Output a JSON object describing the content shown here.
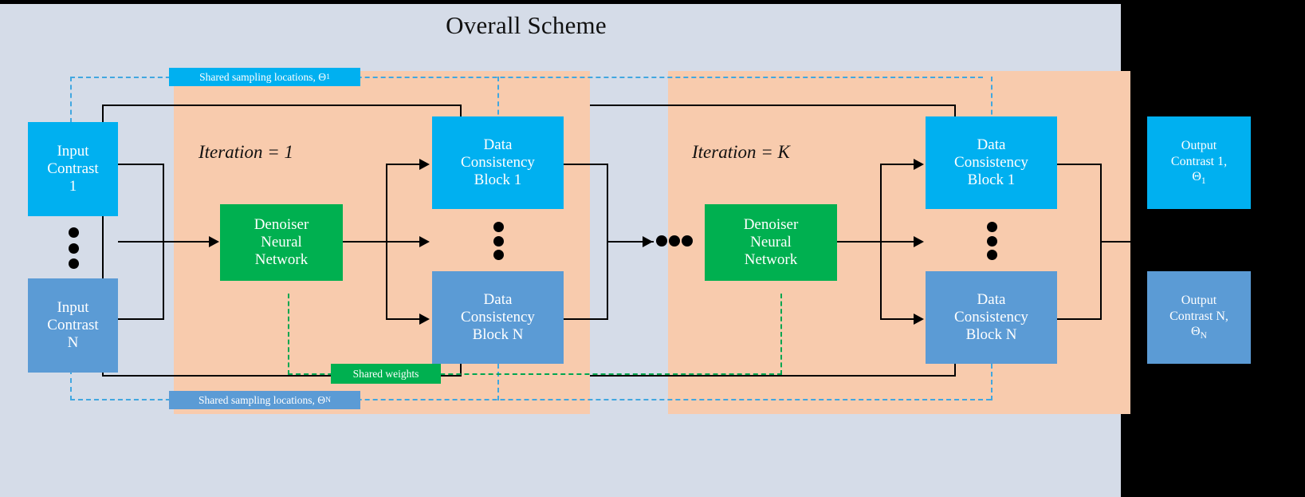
{
  "page": {
    "title": "Overall Scheme",
    "background_color": "#d5dce8",
    "outside_color": "#000000"
  },
  "colors": {
    "cyan": "#00b0f0",
    "blue": "#5b9bd5",
    "green": "#00b050",
    "peach": "#f8cbad",
    "canvas": "#d5dce8",
    "dash_blue": "#41a7e0",
    "dash_green": "#00a650"
  },
  "inputs": [
    {
      "label": "Input\nContrast\n1",
      "line1": "Input",
      "line2": "Contrast",
      "line3": "1",
      "color": "cyan"
    },
    {
      "label": "Input\nContrast\nN",
      "line1": "Input",
      "line2": "Contrast",
      "line3": "N",
      "color": "blue"
    }
  ],
  "iterations": [
    {
      "label": "Iteration = 1",
      "denoiser": {
        "line1": "Denoiser",
        "line2": "Neural",
        "line3": "Network",
        "color": "green"
      },
      "dc_blocks": [
        {
          "line1": "Data",
          "line2": "Consistency",
          "line3": "Block 1",
          "color": "cyan"
        },
        {
          "line1": "Data",
          "line2": "Consistency",
          "line3": "Block N",
          "color": "blue"
        }
      ]
    },
    {
      "label": "Iteration = K",
      "denoiser": {
        "line1": "Denoiser",
        "line2": "Neural",
        "line3": "Network",
        "color": "green"
      },
      "dc_blocks": [
        {
          "line1": "Data",
          "line2": "Consistency",
          "line3": "Block 1",
          "color": "cyan"
        },
        {
          "line1": "Data",
          "line2": "Consistency",
          "line3": "Block N",
          "color": "blue"
        }
      ]
    }
  ],
  "outputs": [
    {
      "line1": "Output",
      "line2": "Contrast 1,",
      "line3": "Θ1",
      "theta": "Θ",
      "sub": "1",
      "color": "cyan"
    },
    {
      "line1": "Output",
      "line2": "Contrast N,",
      "line3": "ΘN",
      "theta": "Θ",
      "sub": "N",
      "color": "blue"
    }
  ],
  "annotations": {
    "shared_sampling_top": {
      "text": "Shared sampling locations, Θ",
      "sub": "1",
      "color": "cyan"
    },
    "shared_sampling_bottom": {
      "text": "Shared sampling locations, Θ",
      "sub": "N",
      "color": "blue"
    },
    "shared_weights": {
      "text": "Shared weights",
      "color": "green"
    }
  },
  "ellipsis": {
    "vertical": "⋮",
    "horizontal": "⋯"
  }
}
